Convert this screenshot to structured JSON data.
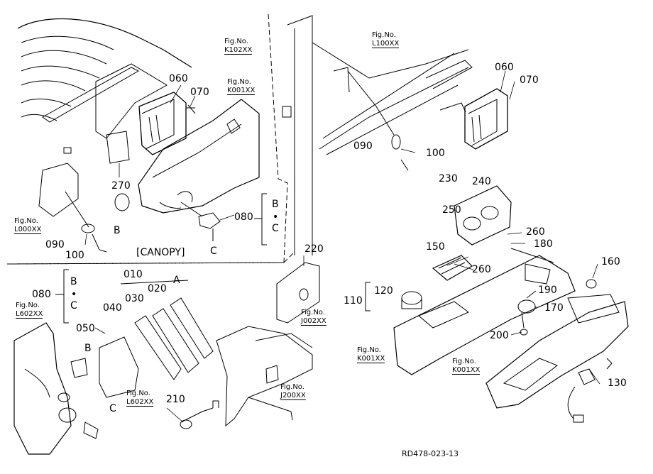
{
  "part_labels": {
    "p060a": "060",
    "p070a": "070",
    "p270": "270",
    "p090a": "090",
    "p100a": "100",
    "p080a": "080",
    "p060b": "060",
    "p070b": "070",
    "p090b": "090",
    "p100b": "100",
    "p230": "230",
    "p240": "240",
    "p250": "250",
    "p260a": "260",
    "p180": "180",
    "p150": "150",
    "p260b": "260",
    "p160": "160",
    "p110": "110",
    "p120": "120",
    "p190": "190",
    "p170": "170",
    "p200": "200",
    "p130": "130",
    "p220": "220",
    "p010": "010",
    "p080b": "080",
    "p030": "030",
    "p020": "020",
    "p040": "040",
    "p050": "050",
    "p210": "210"
  },
  "letter_labels": {
    "B1": "B",
    "C1": "C",
    "B2": "B",
    "C2": "C",
    "A1": "A",
    "B3": "B",
    "C3": "C",
    "B4": "B",
    "C4": "C"
  },
  "fig_refs": {
    "k102": {
      "title": "Fig.No.",
      "num": "K102XX"
    },
    "k001a": {
      "title": "Fig.No.",
      "num": "K001XX"
    },
    "l000": {
      "title": "Fig.No.",
      "num": "L000XX"
    },
    "l100": {
      "title": "Fig.No.",
      "num": "L100XX"
    },
    "l602a": {
      "title": "Fig.No.",
      "num": "L602XX"
    },
    "l602b": {
      "title": "Fig.No.",
      "num": "L602XX"
    },
    "j002": {
      "title": "Fig.No.",
      "num": "J002XX"
    },
    "j200": {
      "title": "Fig.No.",
      "num": "J200XX"
    },
    "k001b": {
      "title": "Fig.No.",
      "num": "K001XX"
    },
    "k001c": {
      "title": "Fig.No.",
      "num": "K001XX"
    }
  },
  "canopy_label": "[CANOPY]",
  "dots": {
    "d1": "•",
    "d2": "•"
  },
  "drawing_code": "RD478-023-13"
}
